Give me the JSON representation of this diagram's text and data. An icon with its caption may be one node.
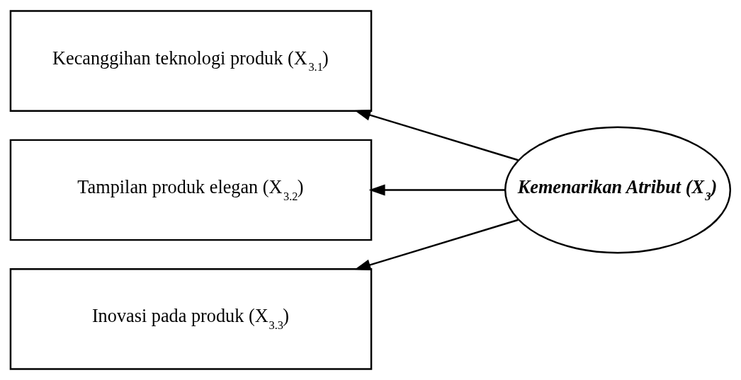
{
  "diagram": {
    "nodes": [
      {
        "text": [
          "Kecanggihan teknologi produk (X$_{3.1}$)"
        ]
      },
      {
        "text": [
          "Tampilan produk elegan (X$_{3.2}$)"
        ]
      },
      {
        "text": [
          "Inovasi pada produk (X$_{3.3}$)"
        ]
      },
      {
        "text": [
          "Kemenarikan Atribut (X$_{3}$)"
        ]
      }
    ],
    "edges": [
      {
        "from": 3,
        "to": 0,
        "arrow": "to"
      },
      {
        "from": 3,
        "to": 1,
        "arrow": "to"
      },
      {
        "from": 3,
        "to": 2,
        "arrow": "to"
      }
    ]
  }
}
